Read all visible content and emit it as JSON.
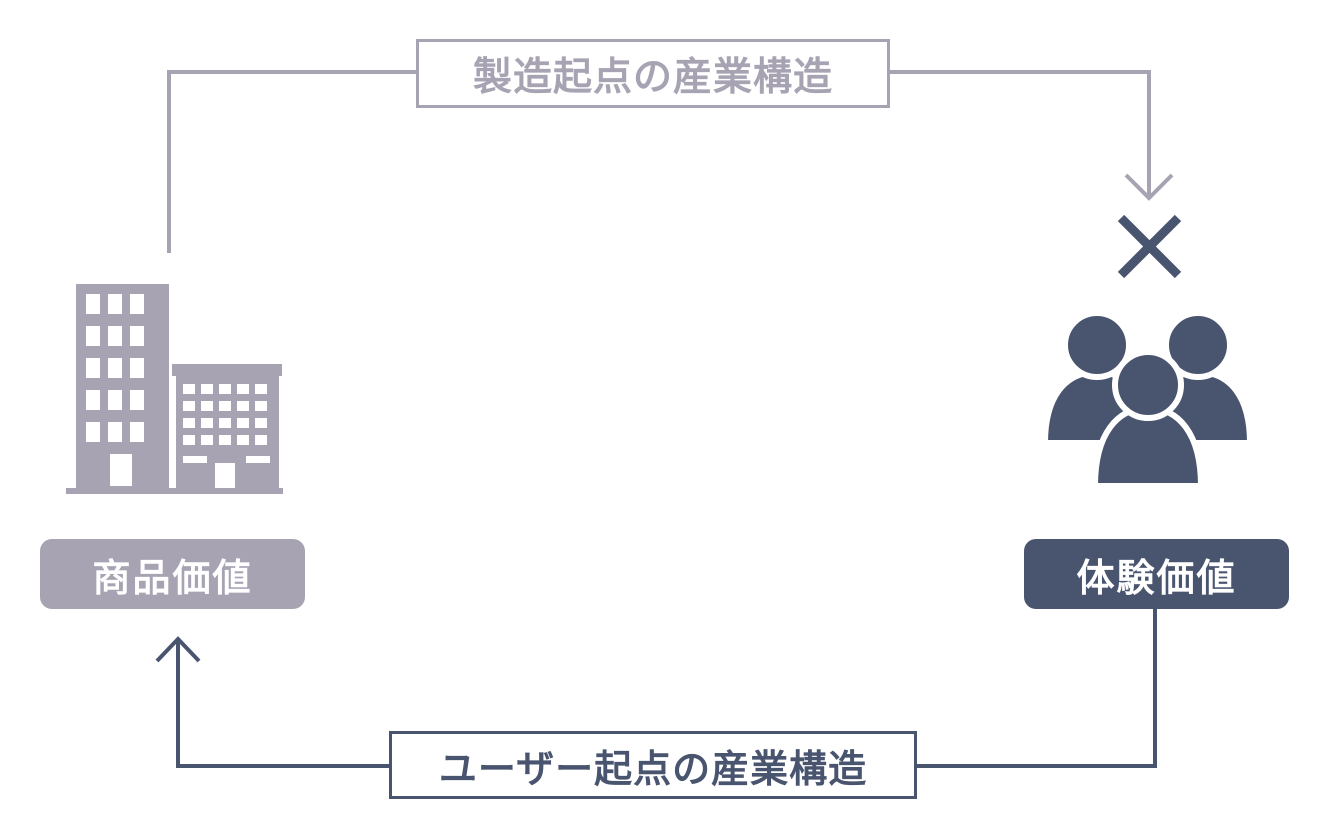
{
  "colors": {
    "producer": "#a7a3b3",
    "user": "#49546f",
    "background": "#ffffff"
  },
  "flows": {
    "manufacturing": {
      "label": "製造起点の産業構造",
      "direction": "product-to-experience"
    },
    "user": {
      "label": "ユーザー起点の産業構造",
      "direction": "experience-to-product"
    }
  },
  "nodes": {
    "product_value": {
      "label": "商品価値",
      "icon": "buildings-icon"
    },
    "experience_value": {
      "label": "体験価値",
      "icon": "people-group-icon"
    }
  },
  "markers": {
    "cross": "cross-mark-icon"
  }
}
